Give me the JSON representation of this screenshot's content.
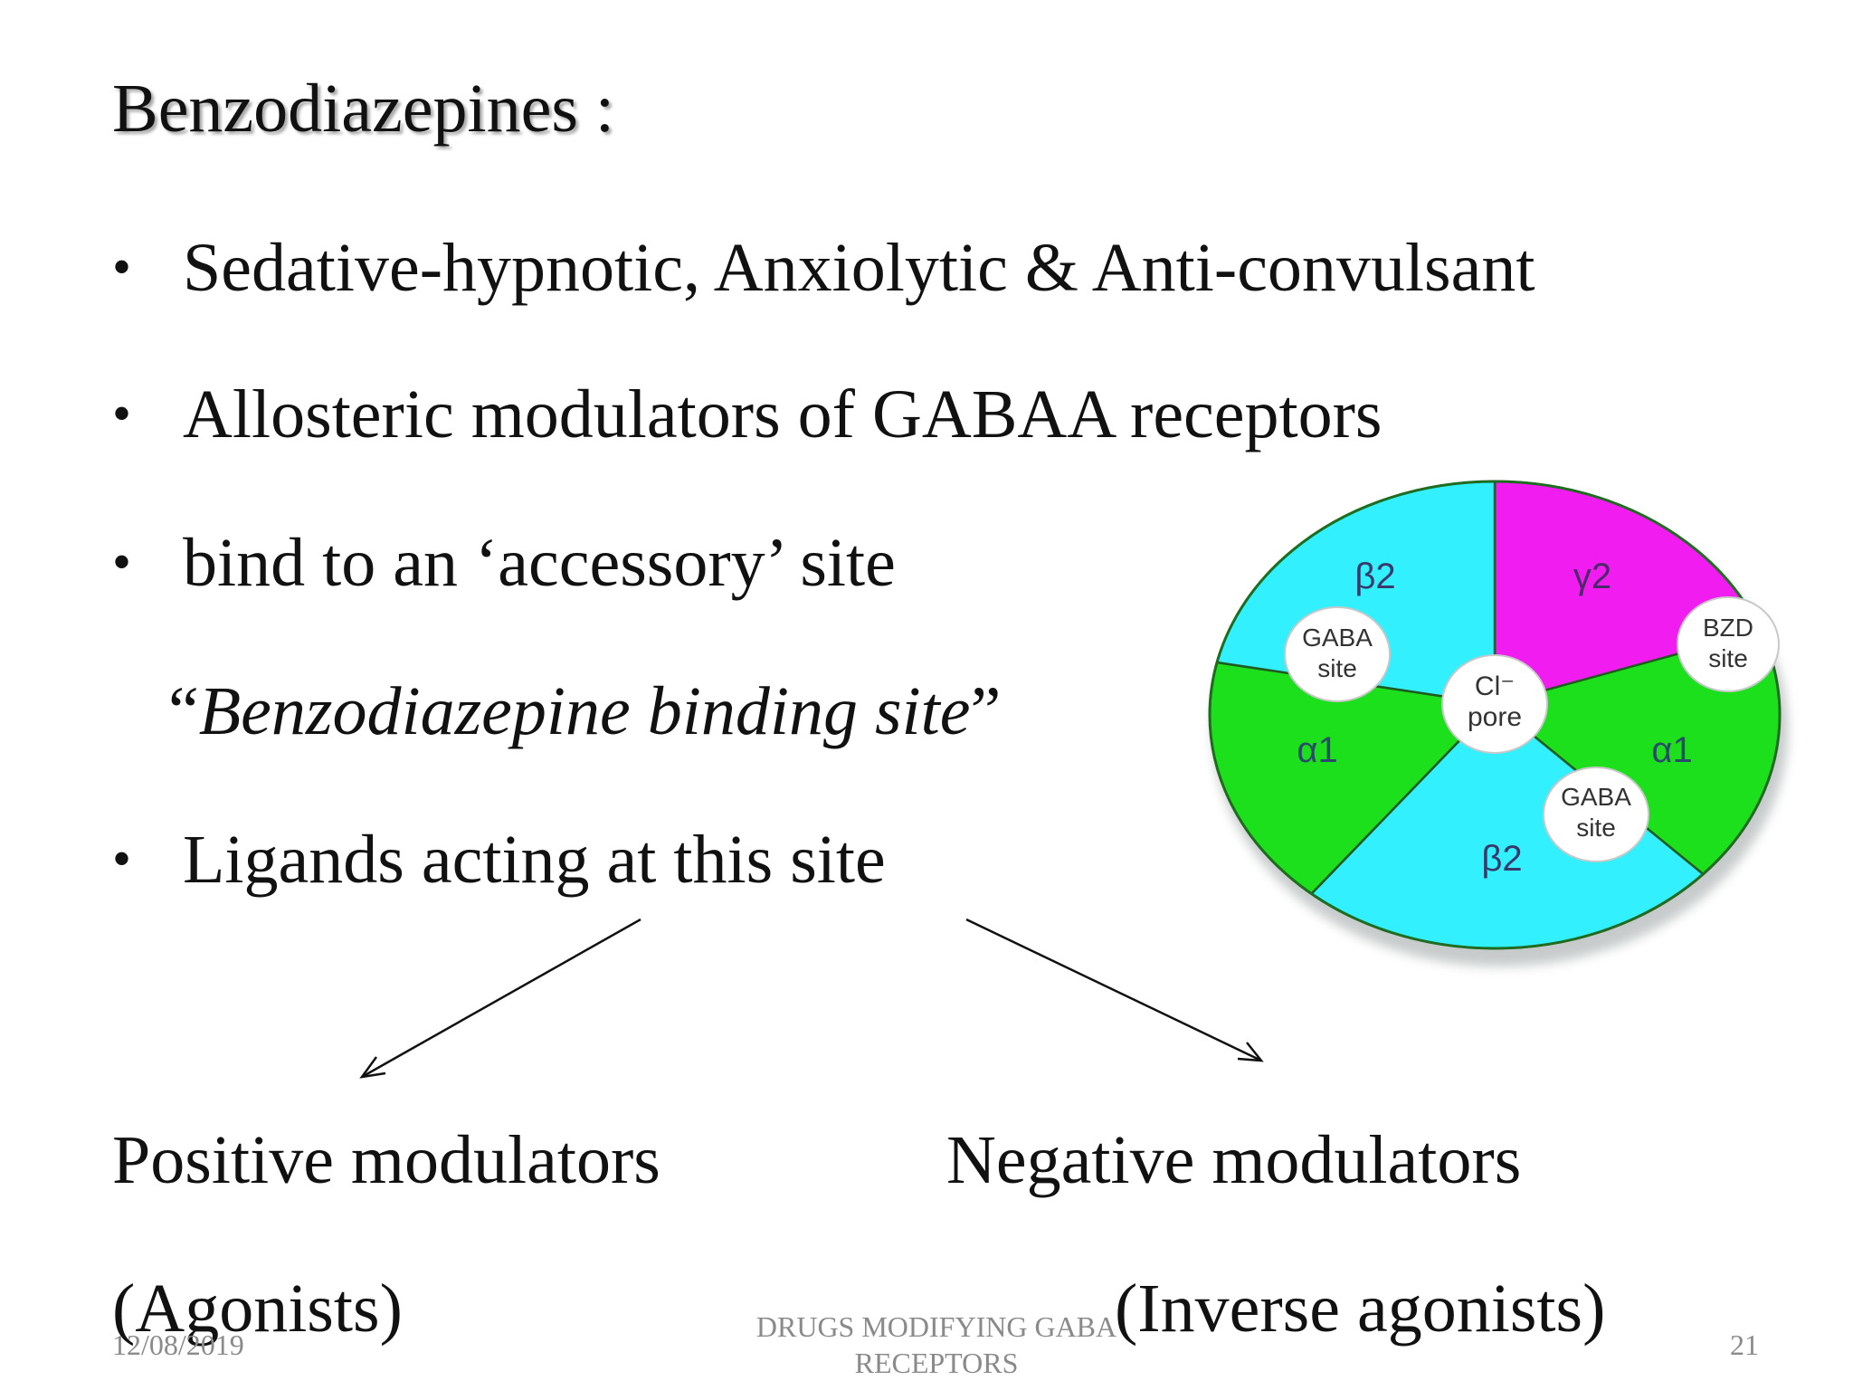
{
  "slide": {
    "title": "Benzodiazepines :",
    "bullets": [
      "Sedative-hypnotic, Anxiolytic & Anti-convulsant",
      "Allosteric modulators of GABAA receptors",
      "bind to an ‘accessory’ site",
      "Ligands acting at this site"
    ],
    "bullet_symbol": "•",
    "quote_open": "“",
    "quote_text": "Benzodiazepine binding site",
    "quote_close": "”",
    "positive_label": "Positive modulators",
    "positive_sub": "(Agonists)",
    "negative_label": "Negative modulators",
    "negative_sub": "(Inverse agonists)"
  },
  "diagram": {
    "segments": [
      {
        "label": "β2",
        "color": "#33f0ff"
      },
      {
        "label": "γ2",
        "color": "#f01cf0"
      },
      {
        "label": "α1",
        "color": "#1de01d"
      },
      {
        "label": "β2",
        "color": "#33f0ff"
      },
      {
        "label": "α1",
        "color": "#1de01d"
      }
    ],
    "center_line1": "Cl⁻",
    "center_line2": "pore",
    "gaba_site_top_line1": "GABA",
    "gaba_site_top_line2": "site",
    "bzd_site_line1": "BZD",
    "bzd_site_line2": "site",
    "gaba_site_bottom_line1": "GABA",
    "gaba_site_bottom_line2": "site"
  },
  "footer": {
    "date": "12/08/2019",
    "title_line1": "DRUGS MODIFYING GABA",
    "title_line2": "RECEPTORS",
    "page": "21"
  }
}
